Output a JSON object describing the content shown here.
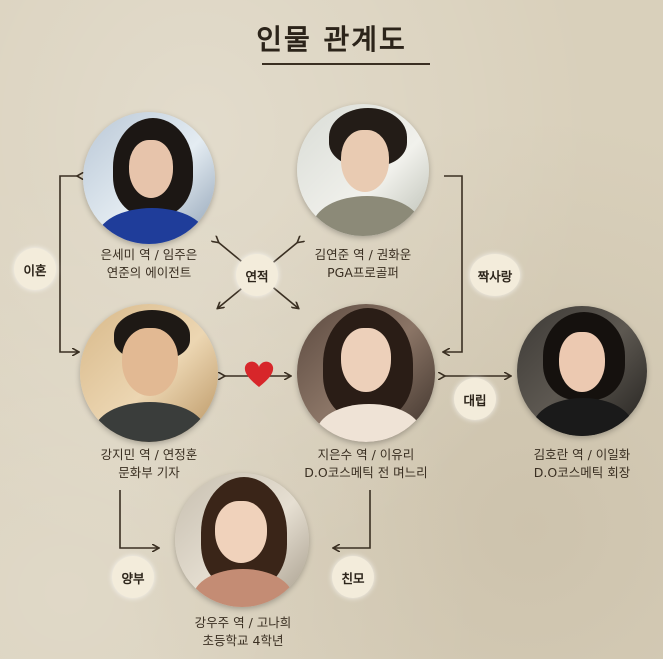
{
  "title": "인물 관계도",
  "characters": [
    {
      "line1": "은세미 역 / 임주은",
      "line2": "연준의 에이전트"
    },
    {
      "line1": "김연준 역 / 권화운",
      "line2": "PGA프로골퍼"
    },
    {
      "line1": "강지민 역 / 연정훈",
      "line2": "문화부 기자"
    },
    {
      "line1": "지은수 역 / 이유리",
      "line2": "D.O코스메틱 전 며느리"
    },
    {
      "line1": "김호란 역 / 이일화",
      "line2": "D.O코스메틱 회장"
    },
    {
      "line1": "강우주 역 / 고나희",
      "line2": "초등학교 4학년"
    }
  ],
  "relations": {
    "divorce": "이혼",
    "acting": "연적",
    "crush": "짝사랑",
    "conflict": "대립",
    "adoptive_father": "양부",
    "birth_mother": "친모"
  },
  "colors": {
    "line": "#3a2f22",
    "heart": "#d7262a",
    "badge": "#f3ecdb"
  }
}
